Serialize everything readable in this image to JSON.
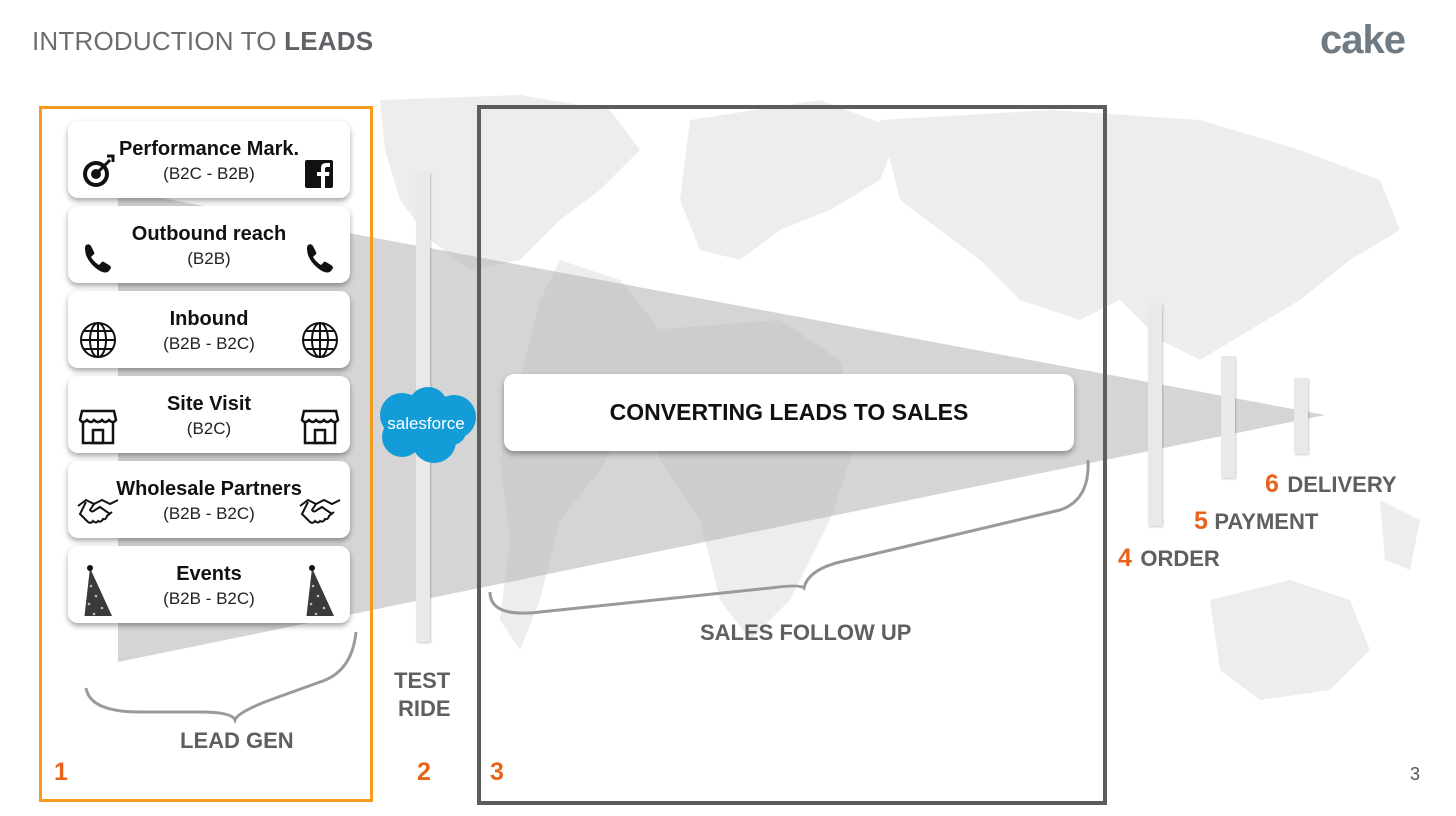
{
  "header": {
    "title_light": "INTRODUCTION TO ",
    "title_bold": "LEADS"
  },
  "brand": {
    "logo_text": "cake",
    "accent_orange": "#f59a1b",
    "number_color": "#e8621a"
  },
  "lead_sources": [
    {
      "title": "Performance Mark.",
      "subtitle": "(B2C - B2B)",
      "icon_left": "target-icon",
      "icon_right": "facebook-icon"
    },
    {
      "title": "Outbound reach",
      "subtitle": "(B2B)",
      "icon_left": "phone-icon",
      "icon_right": "phone-icon"
    },
    {
      "title": "Inbound",
      "subtitle": "(B2B - B2C)",
      "icon_left": "globe-icon",
      "icon_right": "globe-icon"
    },
    {
      "title": "Site Visit",
      "subtitle": "(B2C)",
      "icon_left": "store-icon",
      "icon_right": "store-icon"
    },
    {
      "title": "Wholesale Partners",
      "subtitle": "(B2B - B2C)",
      "icon_left": "handshake-icon",
      "icon_right": "handshake-icon"
    },
    {
      "title": "Events",
      "subtitle": "(B2B - B2C)",
      "icon_left": "party-hat-icon",
      "icon_right": "party-hat-icon"
    }
  ],
  "stages": {
    "lead_gen": {
      "number": "1",
      "label": "LEAD GEN"
    },
    "test_ride": {
      "number": "2",
      "label_line1": "TEST",
      "label_line2": "RIDE",
      "crm_logo": "salesforce"
    },
    "sales_follow_up": {
      "number": "3",
      "label": "SALES FOLLOW UP",
      "box_text": "CONVERTING LEADS TO SALES"
    },
    "order": {
      "number": "4",
      "label": "ORDER"
    },
    "payment": {
      "number": "5",
      "label": "PAYMENT"
    },
    "delivery": {
      "number": "6",
      "label": "DELIVERY"
    }
  },
  "page_number": "3"
}
